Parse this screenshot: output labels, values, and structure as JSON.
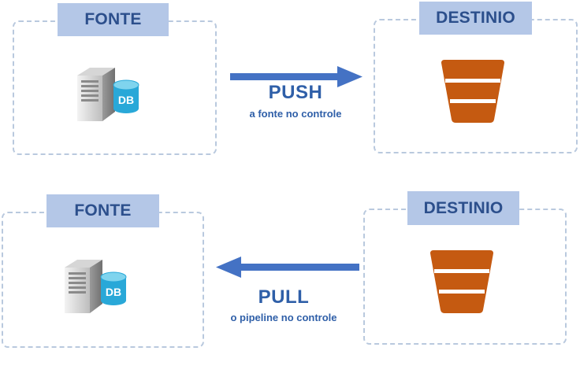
{
  "top": {
    "source_label": "FONTE",
    "destination_label": "DESTINIO",
    "arrow_title": "PUSH",
    "arrow_caption": "a fonte no controle",
    "db_text": "DB"
  },
  "bottom": {
    "source_label": "FONTE",
    "destination_label": "DESTINIO",
    "arrow_title": "PULL",
    "arrow_caption": "o pipeline no controle",
    "db_text": "DB"
  },
  "colors": {
    "label_bg": "#b4c7e7",
    "label_text": "#2c4f8c",
    "arrow": "#4472c4",
    "bucket": "#c55a11",
    "db_cylinder": "#29a8d8",
    "dashed_border": "#b9c9de"
  }
}
